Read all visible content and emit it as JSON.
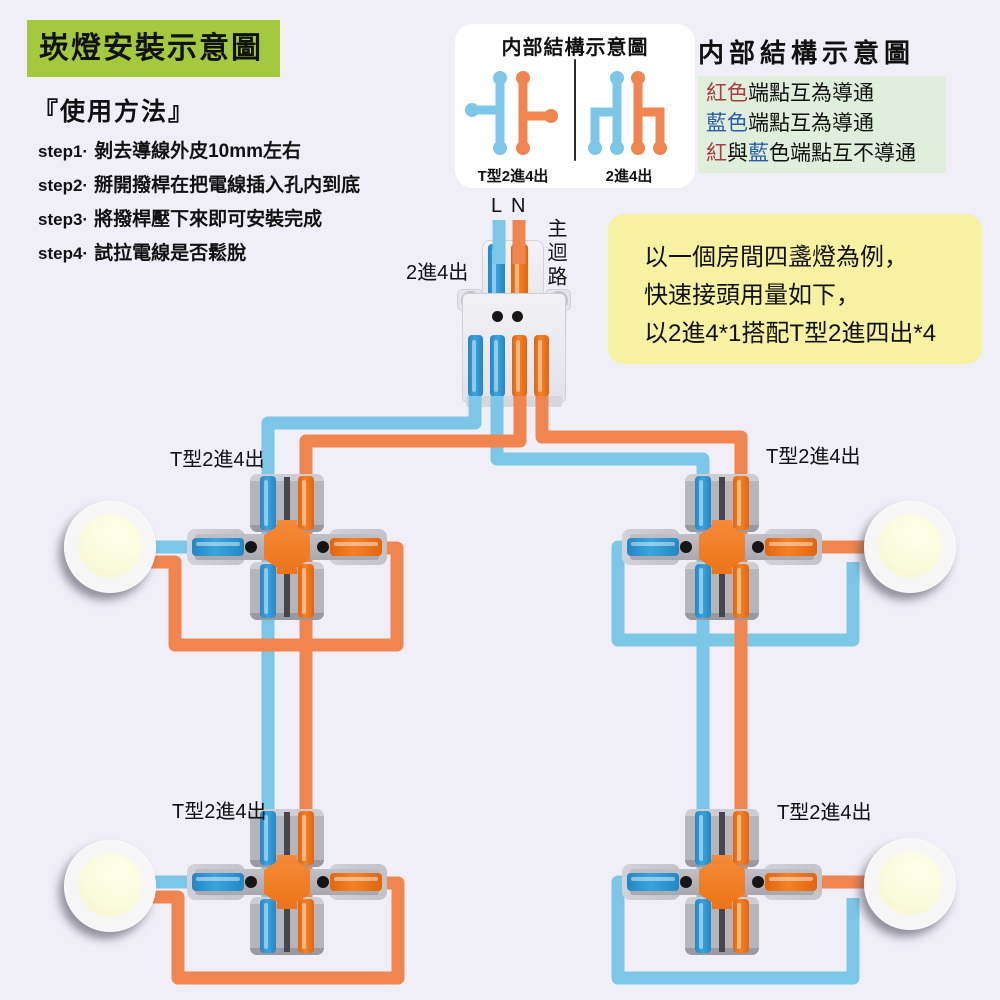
{
  "page_title": "崁燈安裝示意圖",
  "header": {
    "title": "崁燈安裝示意圖",
    "bg": "#a5c93c"
  },
  "usage": {
    "heading": "『使用方法』",
    "steps": [
      {
        "prefix": "step1·",
        "text": "剝去導線外皮10mm左右"
      },
      {
        "prefix": "step2·",
        "text": "掰開撥桿在把電線插入孔内到底"
      },
      {
        "prefix": "step3·",
        "text": "將撥桿壓下來即可安裝完成"
      },
      {
        "prefix": "step4·",
        "text": "試拉電線是否鬆脫"
      }
    ]
  },
  "structure_box": {
    "title": "内部結構示意圖",
    "left_label": "T型2進4出",
    "right_label": "2進4出"
  },
  "legend": {
    "title": "内部結構示意圖",
    "bg": "#e0efdc",
    "red": "#a93c3e",
    "blue": "#2a5ca8",
    "line1": {
      "seg1": "紅色",
      "seg2": "端點互為導通"
    },
    "line2": {
      "seg1": "藍色",
      "seg2": "端點互為導通"
    },
    "line3": {
      "seg1": "紅",
      "seg2": "與",
      "seg3": "藍",
      "seg4": "色端點互不導通"
    }
  },
  "note_box": {
    "bg": "#f6f2a2",
    "line1": "以一個房間四盞燈為例，",
    "line2": "快速接頭用量如下，",
    "line3": "以2進4*1搭配T型2進四出*4"
  },
  "main_connector": {
    "label": "2進4出",
    "line_l": "L",
    "line_n": "N",
    "circuit": "主迴路"
  },
  "t_connectors": [
    {
      "label": "T型2進4出"
    },
    {
      "label": "T型2進4出"
    },
    {
      "label": "T型2進4出"
    },
    {
      "label": "T型2進4出"
    }
  ],
  "colors": {
    "wire_blue": "#7cc7e8",
    "wire_orange": "#f0854f",
    "divider": "#2a2a2a"
  }
}
